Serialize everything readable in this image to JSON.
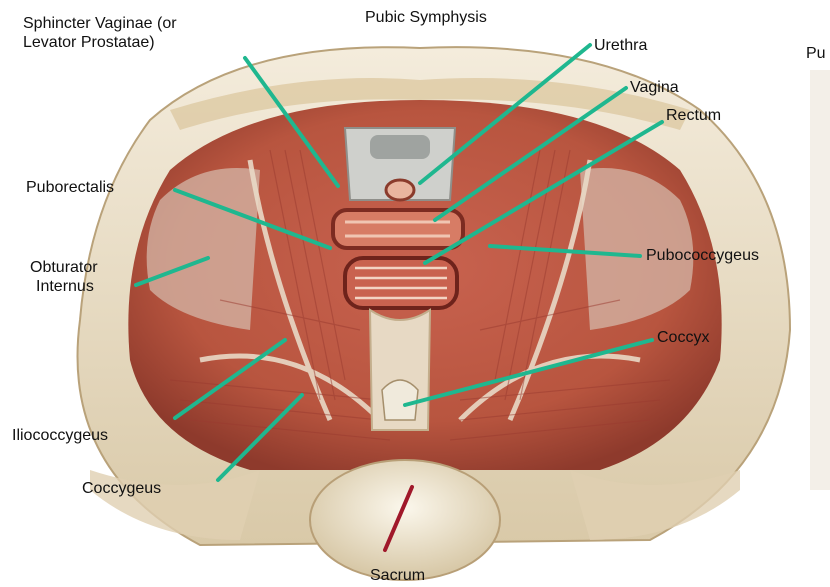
{
  "labels": {
    "sphincter": [
      "Sphincter Vaginae (or",
      "Levator Prostatae)"
    ],
    "pubic_symphysis": "Pubic Symphysis",
    "urethra": "Urethra",
    "vagina": "Vagina",
    "rectum": "Rectum",
    "puborectalis": "Puborectalis",
    "obturator": [
      "Obturator",
      "Internus"
    ],
    "pubococcygeus": "Pubococcygeus",
    "coccyx": "Coccyx",
    "iliococcygeus": "Iliococcygeus",
    "coccygeus": "Coccygeus",
    "sacrum": "Sacrum",
    "cropped_right": "Pu"
  },
  "colors": {
    "leader": "#1fb78f",
    "sacrum_leader": "#a0182a",
    "muscle": "#c7604e",
    "muscle_dark": "#9e3d33",
    "fascia": "#e8dcc4",
    "bone": "#efe6d2"
  }
}
